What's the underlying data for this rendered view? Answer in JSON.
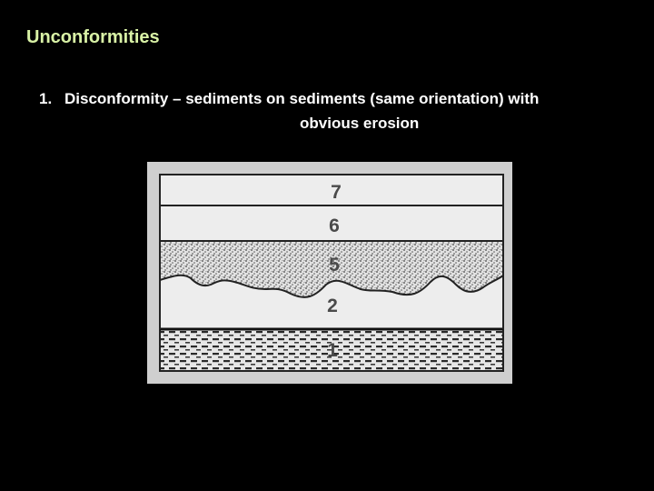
{
  "slide": {
    "title": "Unconformities",
    "bullet_number": "1.",
    "bullet_line1": "Disconformity – sediments on sediments (same orientation) with",
    "bullet_line2": "obvious erosion"
  },
  "diagram": {
    "layers": [
      {
        "label": "7",
        "pattern": "plain"
      },
      {
        "label": "6",
        "pattern": "plain"
      },
      {
        "label": "5",
        "pattern": "stipple"
      },
      {
        "label": "2",
        "pattern": "plain"
      },
      {
        "label": "1",
        "pattern": "dashes"
      }
    ]
  },
  "colors": {
    "background": "#000000",
    "title": "#d9f2a6",
    "body_text": "#ffffff",
    "layer_fill": "#ececec",
    "layer_line": "#222222"
  }
}
